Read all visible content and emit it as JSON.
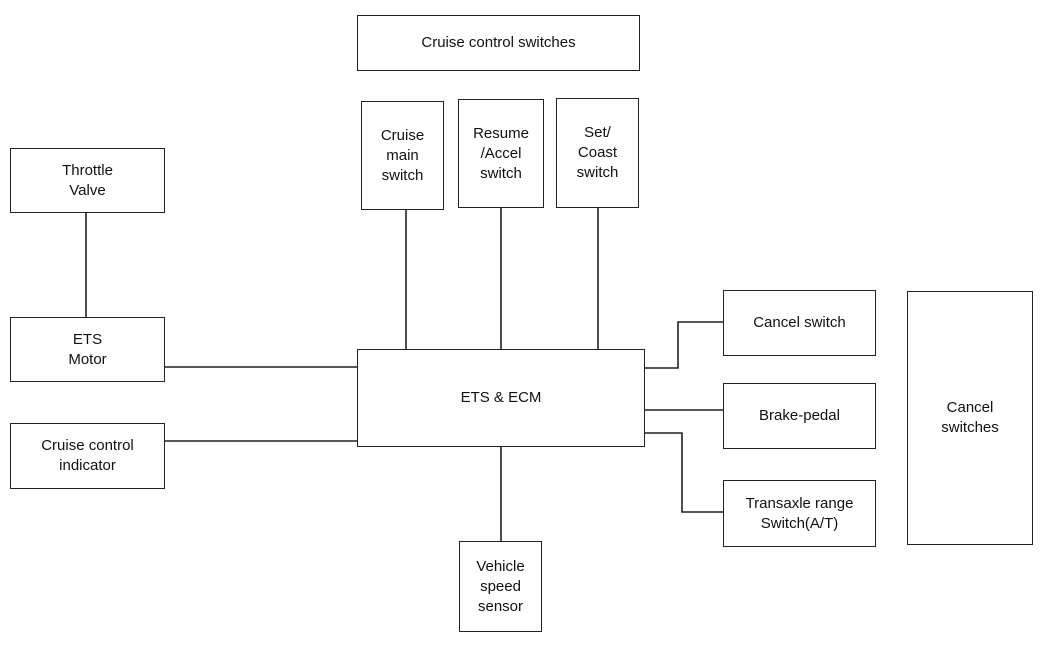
{
  "diagram": {
    "nodes": {
      "cruise_control_switches": "Cruise control switches",
      "cruise_main_switch": "Cruise\nmain\nswitch",
      "resume_accel_switch": "Resume\n/Accel\nswitch",
      "set_coast_switch": "Set/\nCoast\nswitch",
      "throttle_valve": "Throttle\nValve",
      "ets_motor": "ETS\nMotor",
      "cruise_control_indicator": "Cruise control\nindicator",
      "ets_ecm": "ETS & ECM",
      "vehicle_speed_sensor": "Vehicle\nspeed\nsensor",
      "cancel_switch": "Cancel switch",
      "brake_pedal": "Brake-pedal",
      "transaxle_range_switch": "Transaxle range\nSwitch(A/T)",
      "cancel_switches": "Cancel\nswitches"
    },
    "edges": [
      [
        "cruise_main_switch",
        "ets_ecm"
      ],
      [
        "resume_accel_switch",
        "ets_ecm"
      ],
      [
        "set_coast_switch",
        "ets_ecm"
      ],
      [
        "throttle_valve",
        "ets_motor"
      ],
      [
        "ets_motor",
        "ets_ecm"
      ],
      [
        "cruise_control_indicator",
        "ets_ecm"
      ],
      [
        "vehicle_speed_sensor",
        "ets_ecm"
      ],
      [
        "cancel_switch",
        "ets_ecm"
      ],
      [
        "brake_pedal",
        "ets_ecm"
      ],
      [
        "transaxle_range_switch",
        "ets_ecm"
      ]
    ]
  }
}
